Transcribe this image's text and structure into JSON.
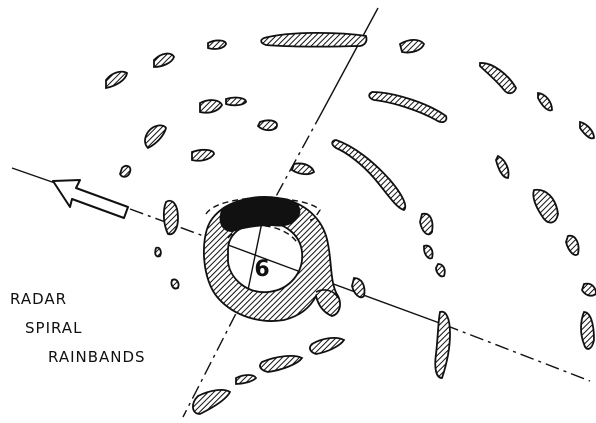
{
  "caption": {
    "line1": "RADAR",
    "line2": "SPIRAL",
    "line3": "RAINBANDS"
  },
  "eye_symbol": "6",
  "icons": {
    "motion_arrow": "storm-motion-arrow-icon",
    "cyclone_center": "tropical-cyclone-symbol-icon"
  },
  "colors": {
    "ink": "#111111",
    "background": "#ffffff"
  }
}
